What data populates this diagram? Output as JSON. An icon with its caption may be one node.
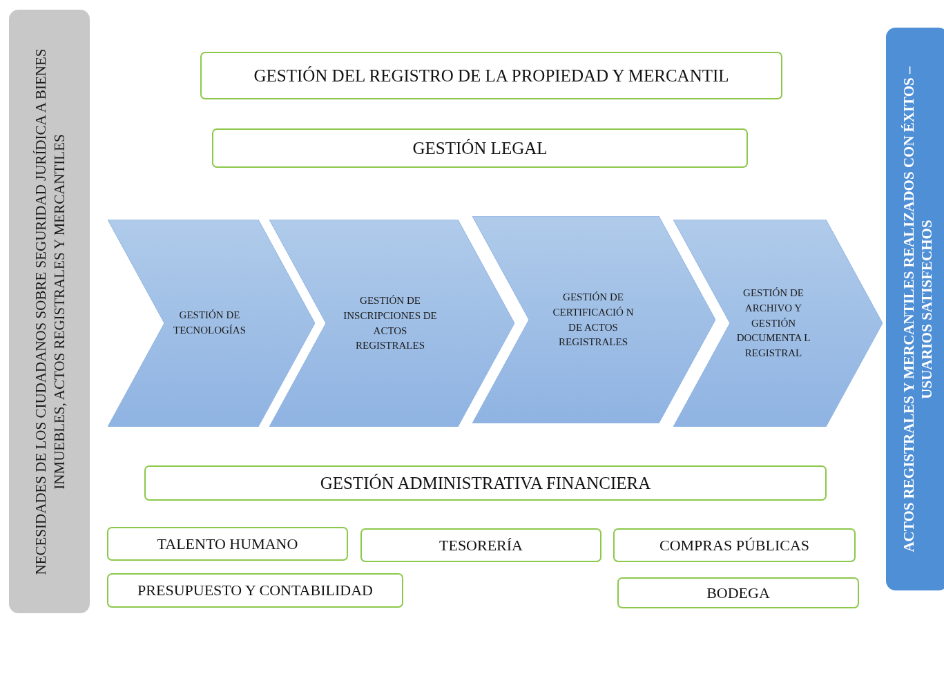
{
  "diagram": {
    "nodes": [
      {
        "text": [
          "NECESIDADES DE LOS CIUDADANOS SOBRE SEGURIDAD JURÍDICA A BIENES INMUEBLES, ACTOS REGISTRALES Y MERCANTILES"
        ]
      },
      {
        "text": [
          "GESTIÓN DEL REGISTRO DE LA PROPIEDAD  Y MERCANTIL"
        ]
      },
      {
        "text": [
          "GESTIÓN LEGAL"
        ]
      },
      {
        "text": [
          "GESTIÓN DE TECNOLOGÍAS"
        ]
      },
      {
        "text": [
          "GESTIÓN DE INSCRIPCIONES DE ACTOS REGISTRALES"
        ]
      },
      {
        "text": [
          "GESTIÓN DE CERTIFICACIÓ N DE ACTOS REGISTRALES"
        ]
      },
      {
        "text": [
          "GESTIÓN DE ARCHIVO Y GESTIÓN DOCUMENTA L REGISTRAL"
        ]
      },
      {
        "text": [
          "GESTIÓN ADMINISTRATIVA  FINANCIERA"
        ]
      },
      {
        "text": [
          "TALENTO HUMANO"
        ]
      },
      {
        "text": [
          "TESORERÍA"
        ]
      },
      {
        "text": [
          "COMPRAS PÚBLICAS"
        ]
      },
      {
        "text": [
          "PRESUPUESTO Y CONTABILIDAD"
        ]
      },
      {
        "text": [
          "BODEGA"
        ]
      },
      {
        "text": [
          "ACTOS REGISTRALES Y MERCANTILES REALIZADOS CON ÉXITOS – USUARIOS SATISFECHOS"
        ]
      }
    ]
  }
}
